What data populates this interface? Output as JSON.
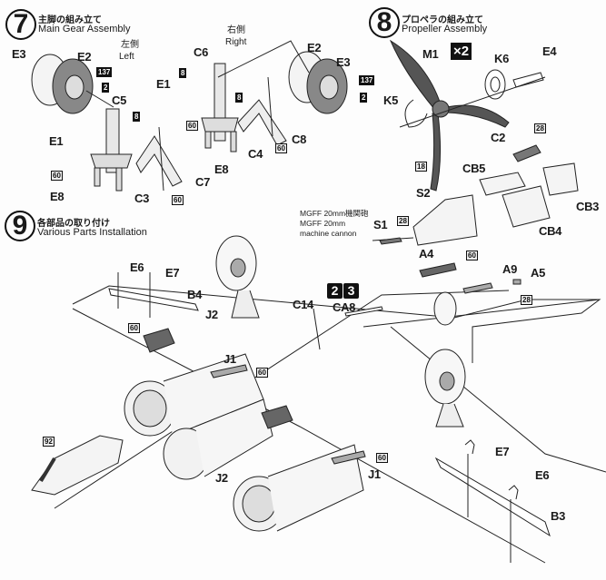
{
  "steps": [
    {
      "number": "7",
      "title_jp": "主脚の組み立て",
      "title_en": "Main Gear Assembly",
      "side_left_jp": "左側",
      "side_left_en": "Left",
      "side_right_jp": "右側",
      "side_right_en": "Right"
    },
    {
      "number": "8",
      "title_jp": "プロペラの組み立て",
      "title_en": "Propeller Assembly",
      "multiplier": "×2"
    },
    {
      "number": "9",
      "title_jp": "各部品の取り付け",
      "title_en": "Various Parts Installation",
      "note_jp": "MGFF 20mm機関砲",
      "note_en1": "MGFF 20mm",
      "note_en2": "machine cannon"
    }
  ],
  "part_labels": {
    "e3_left": "E3",
    "e2_left": "E2",
    "c5": "C5",
    "e1_left": "E1",
    "e8_left": "E8",
    "c3": "C3",
    "c7": "C7",
    "c6": "C6",
    "e1_right": "E1",
    "e8_right": "E8",
    "c4": "C4",
    "c8": "C8",
    "e2_right": "E2",
    "e3_right": "E3",
    "m1": "M1",
    "k6": "K6",
    "e4": "E4",
    "k5": "K5",
    "c2": "C2",
    "cb5": "CB5",
    "s2": "S2",
    "cb3": "CB3",
    "cb4": "CB4",
    "s1": "S1",
    "e6_top": "E6",
    "e7_top": "E7",
    "b4": "B4",
    "j2_top": "J2",
    "c14": "C14",
    "ca8": "CA8",
    "a4": "A4",
    "a9": "A9",
    "a5": "A5",
    "j1_top": "J1",
    "j2_bottom": "J2",
    "j1_bottom": "J1",
    "e7_bottom": "E7",
    "e6_bottom": "E6",
    "b3": "B3"
  },
  "color_codes": {
    "c137_left": "137",
    "c2_left": "2",
    "c8_c5": "8",
    "c60_left": "60",
    "c60_c3": "60",
    "c8_c6": "8",
    "c8_right": "8",
    "c60_right": "60",
    "c60_c4": "60",
    "c137_right": "137",
    "c2_right": "2",
    "c28_c2": "28",
    "c18": "18",
    "c28_s1": "28",
    "c60_a4": "60",
    "c28_a5": "28",
    "c60_j2": "60",
    "c60_j1": "60",
    "c60_j1b": "60",
    "c92": "92"
  },
  "ref_steps": [
    "2",
    "3"
  ]
}
